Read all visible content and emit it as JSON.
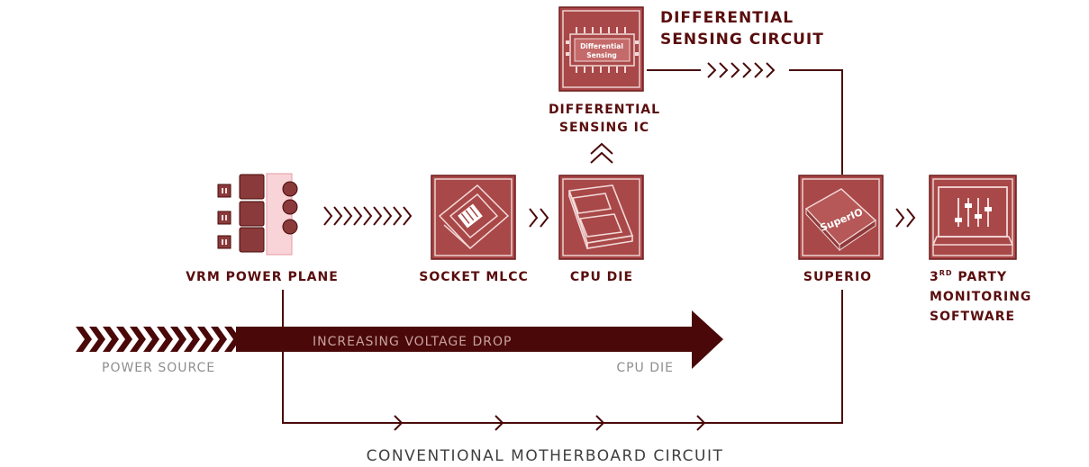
{
  "title": {
    "line1": "DIFFERENTIAL",
    "line2": "SENSING CIRCUIT"
  },
  "nodes": {
    "vrm": {
      "label": "VRM POWER PLANE"
    },
    "mlcc": {
      "label": "SOCKET MLCC"
    },
    "cpu": {
      "label": "CPU DIE"
    },
    "ic": {
      "label_line1": "DIFFERENTIAL",
      "label_line2": "SENSING IC",
      "chip_text_line1": "Differential",
      "chip_text_line2": "Sensing"
    },
    "superio": {
      "label": "SUPERIO",
      "chip_text": "SuperIO"
    },
    "software": {
      "label_sup_base": "3",
      "label_sup": "RD",
      "label_line1_rest": " PARTY",
      "label_line2": "MONITORING",
      "label_line3": "SOFTWARE"
    }
  },
  "voltage_arrow": {
    "text": "INCREASING VOLTAGE DROP",
    "start_label": "POWER SOURCE",
    "end_label": "CPU DIE"
  },
  "conventional": {
    "label": "CONVENTIONAL MOTHERBOARD CIRCUIT"
  },
  "colors": {
    "dark": "#5a0d0d",
    "box_fill": "#a94848",
    "gray": "#8e8e8e"
  }
}
